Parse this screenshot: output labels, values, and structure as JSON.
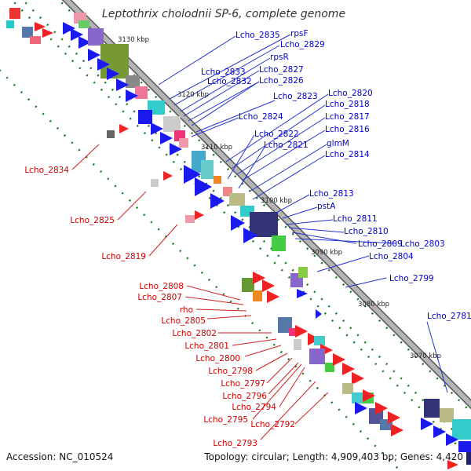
{
  "title": "Leptothrix cholodnii SP-6, complete genome",
  "footer": {
    "accession": "Accession: NC_010524",
    "topology": "Topology: circular; Length: 4,909,403 bp; Genes: 4,420"
  },
  "colors": {
    "forward_label": "#0000cc",
    "reverse_label": "#cc0000",
    "backbone": "#9a9a9a",
    "tick": "#1f7a1f"
  },
  "kbp_marks": [
    "3130 kbp",
    "3120 kbp",
    "3110 kbp",
    "3100 kbp",
    "3090 kbp",
    "3080 kbp",
    "3070 kbp"
  ],
  "forward_labels": [
    "Lcho_2835",
    "rpsF",
    "Lcho_2829",
    "rpsR",
    "Lcho_2827",
    "Lcho_2833",
    "Lcho_2826",
    "Lcho_2832",
    "Lcho_2823",
    "Lcho_2824",
    "Lcho_2820",
    "Lcho_2818",
    "Lcho_2817",
    "Lcho_2822",
    "Lcho_2816",
    "Lcho_2821",
    "glmM",
    "Lcho_2814",
    "Lcho_2813",
    "pstA",
    "Lcho_2811",
    "Lcho_2810",
    "Lcho_2809",
    "Lcho_2803",
    "Lcho_2804",
    "Lcho_2799",
    "Lcho_2781"
  ],
  "reverse_labels": [
    "Lcho_2834",
    "Lcho_2825",
    "Lcho_2819",
    "Lcho_2808",
    "Lcho_2807",
    "rho",
    "Lcho_2805",
    "Lcho_2802",
    "Lcho_2801",
    "Lcho_2800",
    "Lcho_2798",
    "Lcho_2797",
    "Lcho_2796",
    "Lcho_2794",
    "Lcho_2795",
    "Lcho_2792",
    "Lcho_2793"
  ]
}
